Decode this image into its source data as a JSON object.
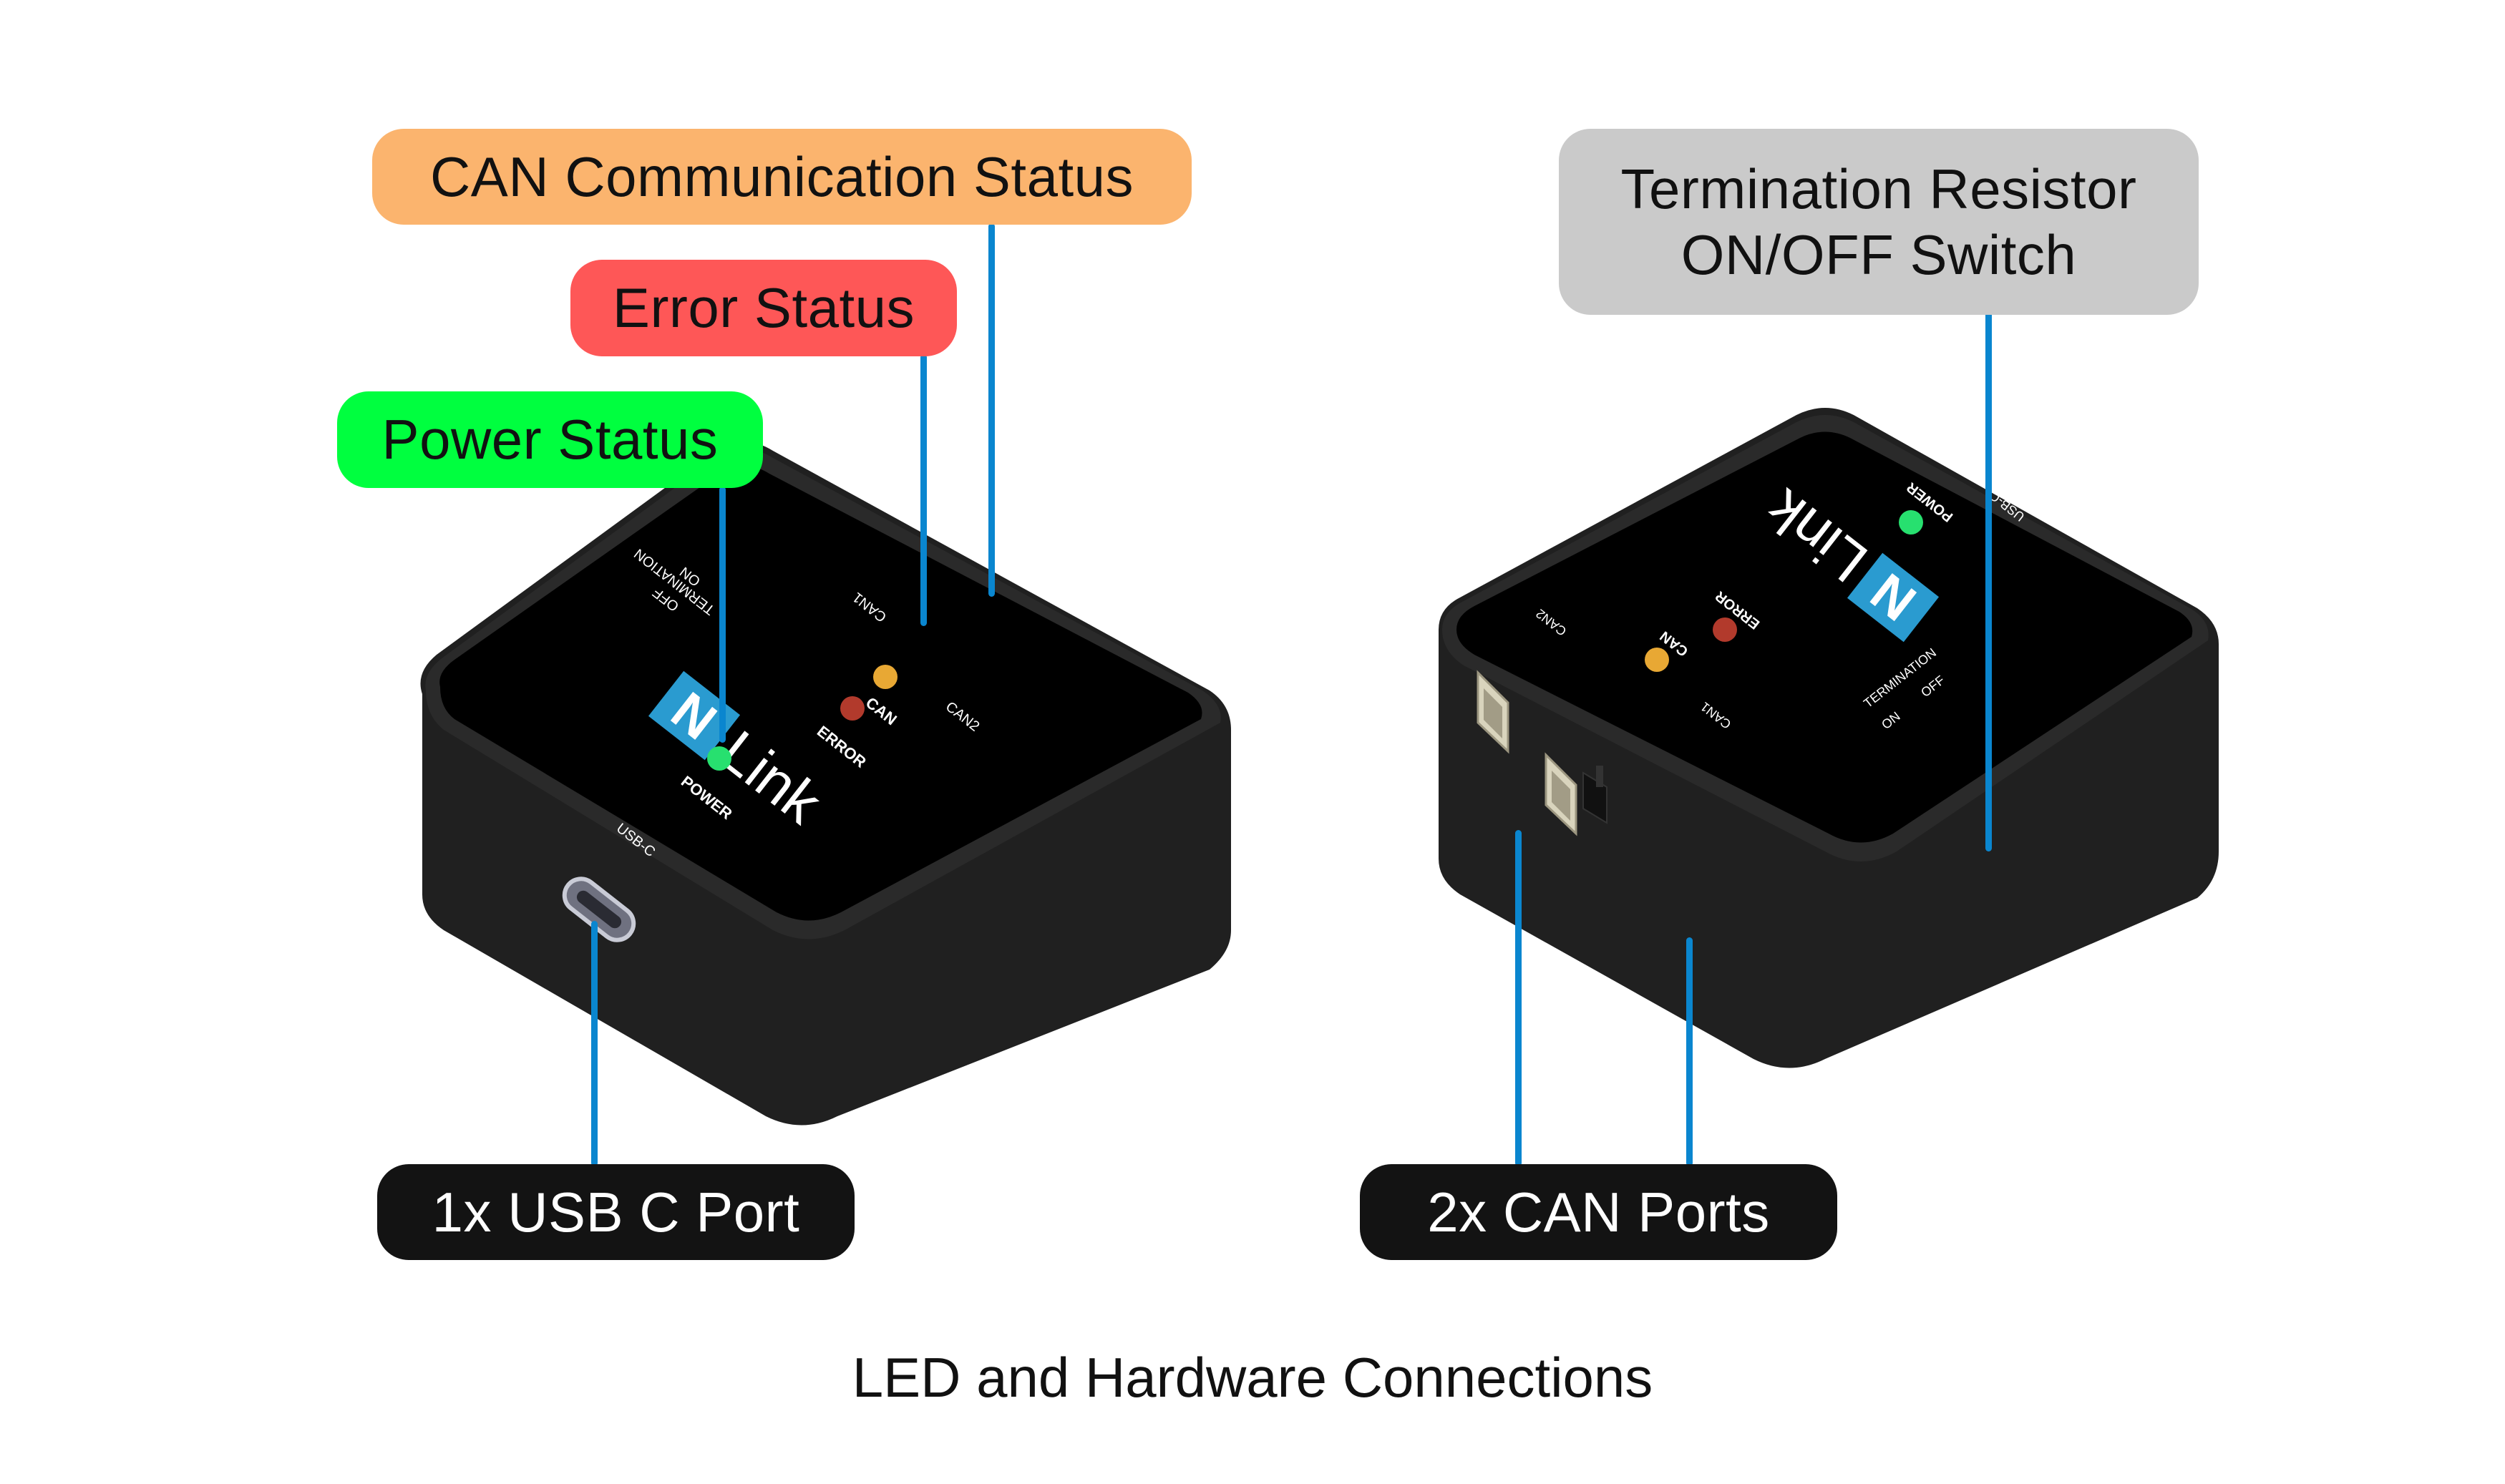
{
  "caption": "LED and Hardware Connections",
  "callouts": {
    "can_comm_status": {
      "label": "CAN Communication Status",
      "color": "#fbb46e"
    },
    "error_status": {
      "label": "Error Status",
      "color": "#fe5757"
    },
    "power_status": {
      "label": "Power Status",
      "color": "#00ff3f"
    },
    "termination_switch": {
      "label_line1": "Termination Resistor",
      "label_line2": "ON/OFF Switch",
      "color": "#cacaca"
    },
    "usb_port": {
      "label": "1x USB C Port",
      "color": "#131313"
    },
    "can_ports": {
      "label": "2x CAN Ports",
      "color": "#131313"
    }
  },
  "leader_color": "#0a86cf",
  "device_left": {
    "brand": "Link",
    "logo_letter": "N",
    "silkscreen": {
      "termination": "TERMINATION",
      "on": "ON",
      "off": "OFF",
      "can1": "CAN1",
      "can2": "CAN2",
      "usb_c": "USB-C",
      "power": "POWER",
      "error": "ERROR",
      "can": "CAN"
    },
    "leds": {
      "power": "#27e06f",
      "error": "#b23a2c",
      "can": "#e8a834"
    }
  },
  "device_right": {
    "brand": "Link",
    "logo_letter": "N",
    "silkscreen": {
      "termination": "TERMINATION",
      "on": "ON",
      "off": "OFF",
      "can1": "CAN1",
      "can2": "CAN2",
      "usb_c": "USB-C",
      "power": "POWER",
      "error": "ERROR",
      "can": "CAN"
    },
    "leds": {
      "power": "#27e06f",
      "error": "#b23a2c",
      "can": "#e8a834"
    }
  }
}
